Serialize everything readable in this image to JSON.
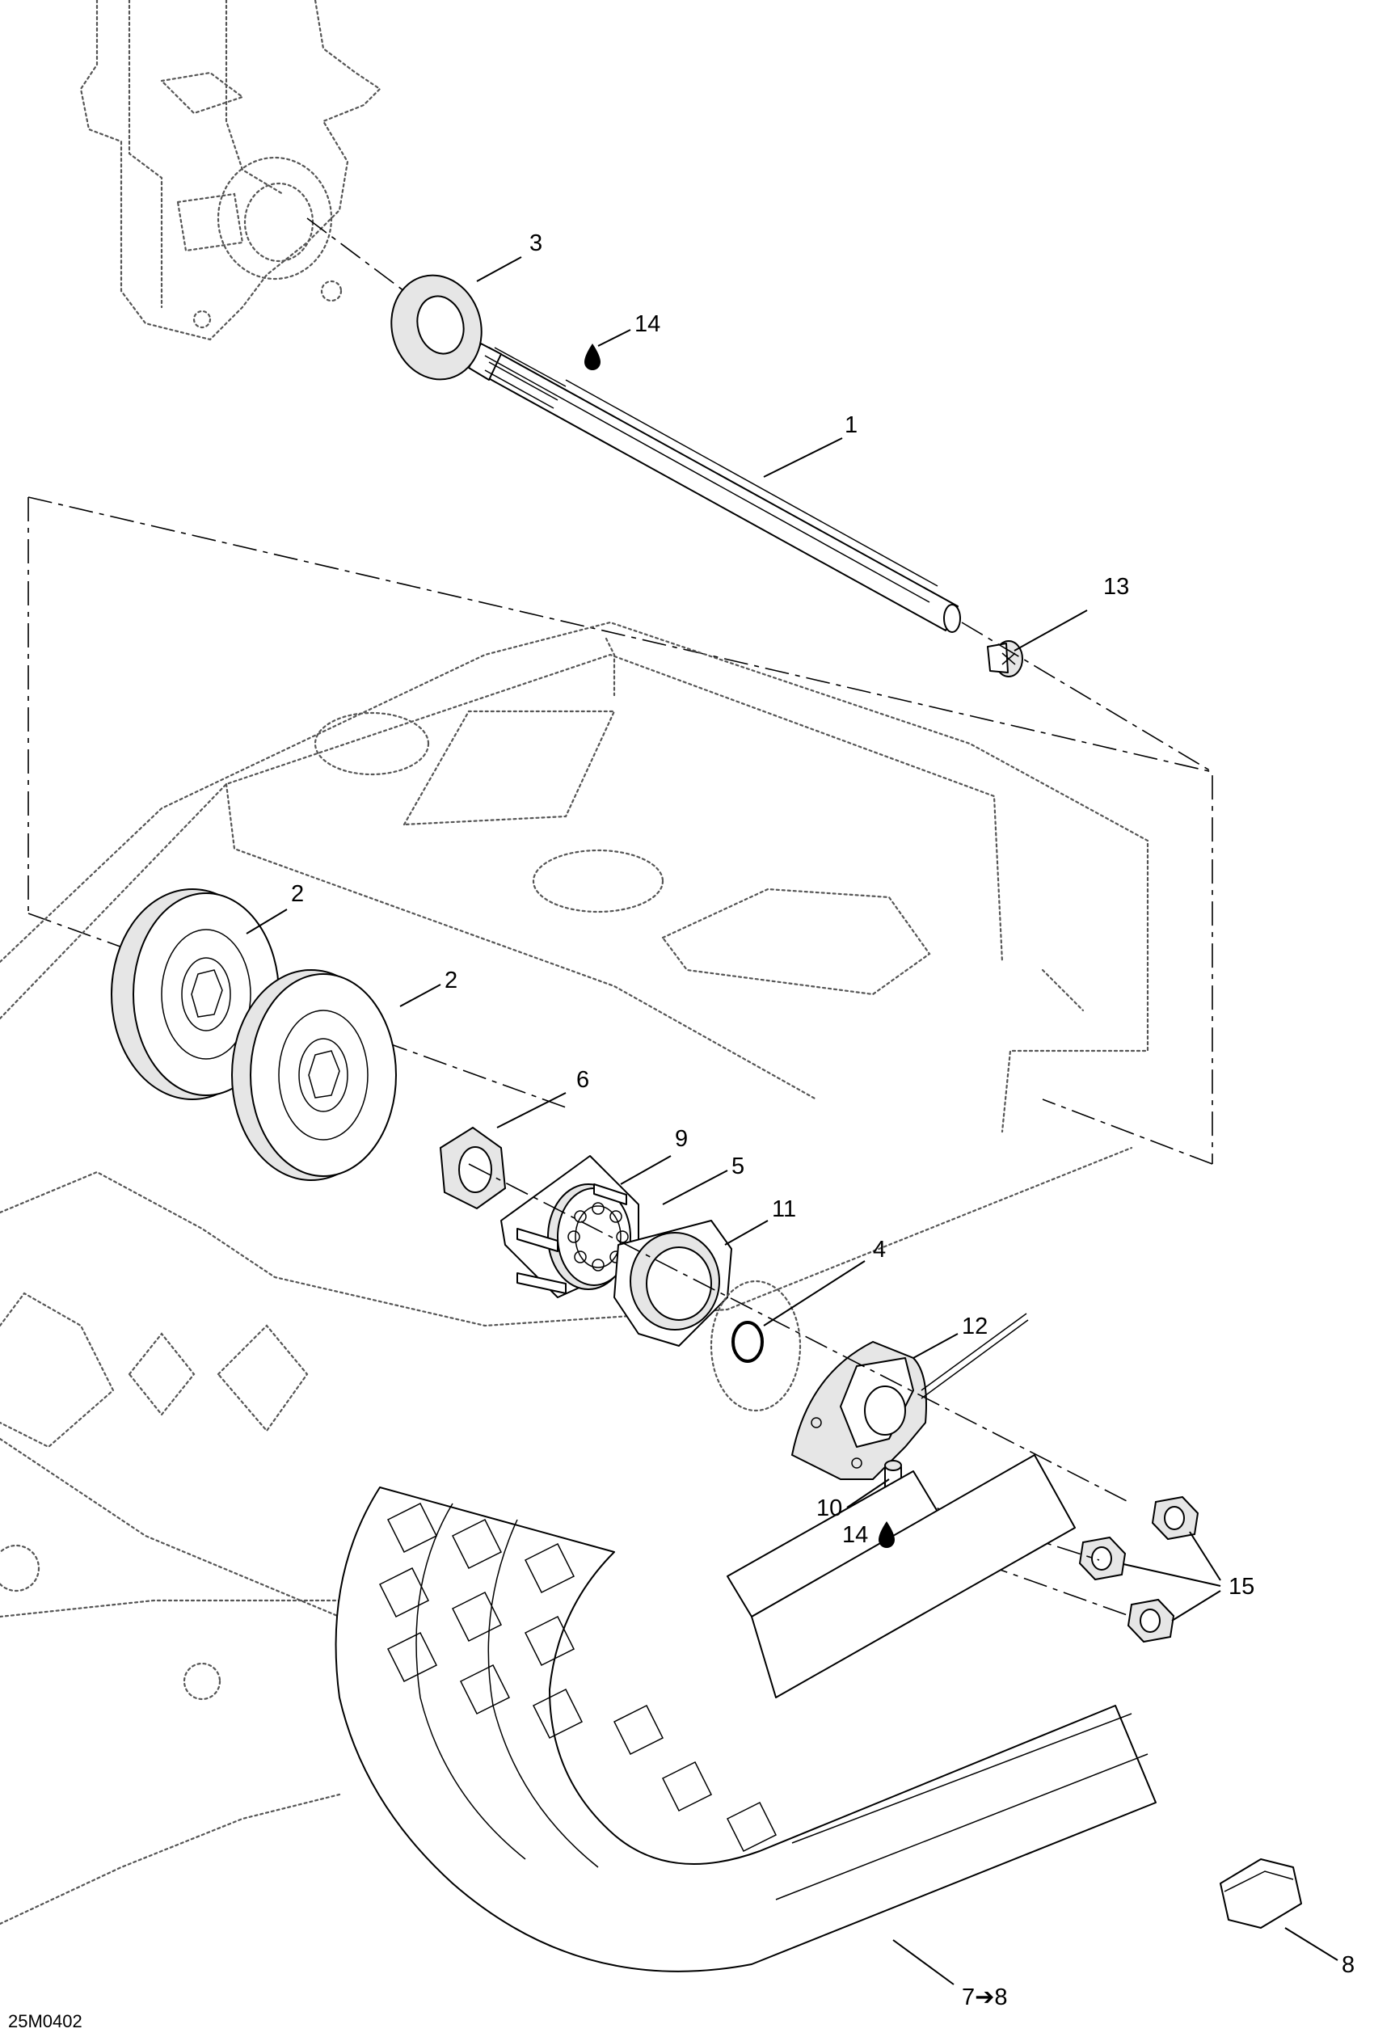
{
  "diagram": {
    "reference_code": "25M0402",
    "callouts": [
      {
        "id": "callout-3",
        "text": "3"
      },
      {
        "id": "callout-14-top",
        "text": "14"
      },
      {
        "id": "callout-1",
        "text": "1"
      },
      {
        "id": "callout-13",
        "text": "13"
      },
      {
        "id": "callout-2-left",
        "text": "2"
      },
      {
        "id": "callout-2-right",
        "text": "2"
      },
      {
        "id": "callout-6",
        "text": "6"
      },
      {
        "id": "callout-9",
        "text": "9"
      },
      {
        "id": "callout-5",
        "text": "5"
      },
      {
        "id": "callout-11",
        "text": "11"
      },
      {
        "id": "callout-4",
        "text": "4"
      },
      {
        "id": "callout-12",
        "text": "12"
      },
      {
        "id": "callout-10",
        "text": "10"
      },
      {
        "id": "callout-14-bottom",
        "text": "14"
      },
      {
        "id": "callout-15",
        "text": "15"
      },
      {
        "id": "callout-8",
        "text": "8"
      },
      {
        "id": "callout-7-8",
        "text": "7➔8"
      }
    ],
    "icons": {
      "oil_drop_top": "oil-drop-icon",
      "oil_drop_bottom": "oil-drop-icon"
    }
  }
}
